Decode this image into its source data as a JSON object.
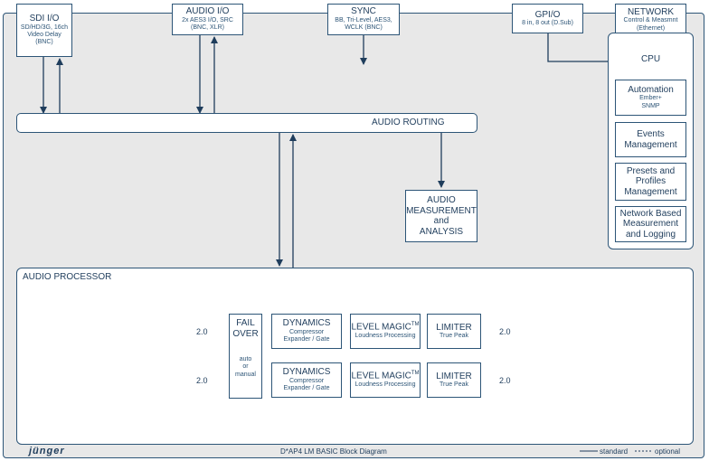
{
  "diagram": {
    "sdi": {
      "title": "SDI I/O",
      "sub1": "SD/HD/3G, 16ch",
      "sub2": "Video Delay",
      "sub3": "(BNC)"
    },
    "audio_io": {
      "title": "AUDIO I/O",
      "sub1": "2x AES3 I/O, SRC",
      "sub2": "(BNC, XLR)"
    },
    "sync": {
      "title": "SYNC",
      "sub1": "BB, Tri-Level, AES3,",
      "sub2": "WCLK (BNC)"
    },
    "gpio": {
      "title": "GPI/O",
      "sub1": "8 in, 8 out (D.Sub)"
    },
    "network": {
      "title": "NETWORK",
      "sub1": "Control & Measmnt",
      "sub2": "(Ethernet)"
    },
    "cpu": {
      "title": "CPU",
      "automation": {
        "title": "Automation",
        "sub1": "Ember+",
        "sub2": "SNMP"
      },
      "events": {
        "l1": "Events",
        "l2": "Management"
      },
      "presets": {
        "l1": "Presets and",
        "l2": "Profiles",
        "l3": "Management"
      },
      "netmeas": {
        "l1": "Network Based",
        "l2": "Measurement",
        "l3": "and Logging"
      }
    },
    "routing": {
      "title": "AUDIO ROUTING"
    },
    "measurement": {
      "l1": "AUDIO",
      "l2": "MEASUREMENT",
      "l3": "and",
      "l4": "ANALYSIS"
    },
    "processor": {
      "title": "AUDIO PROCESSOR",
      "failover": {
        "l1": "FAIL",
        "l2": "OVER",
        "m1": "auto",
        "m2": "or",
        "m3": "manual"
      },
      "dynamics": {
        "title": "DYNAMICS",
        "sub1": "Compressor",
        "sub2": "Expander / Gate"
      },
      "levelmagic": {
        "title": "LEVEL MAGIC",
        "tm": "TM",
        "sub1": "Loudness Processing"
      },
      "limiter": {
        "title": "LIMITER",
        "sub1": "True Peak"
      },
      "signal_in": "2.0",
      "signal_out": "2.0"
    },
    "footer": {
      "brand": "jünger",
      "caption": "D*AP4 LM BASIC Block Diagram",
      "standard": "standard",
      "optional": "optional"
    }
  },
  "colors": {
    "frame_bg": "#e8e8e8",
    "line": "#2d5577",
    "text": "#1f3d5c"
  }
}
